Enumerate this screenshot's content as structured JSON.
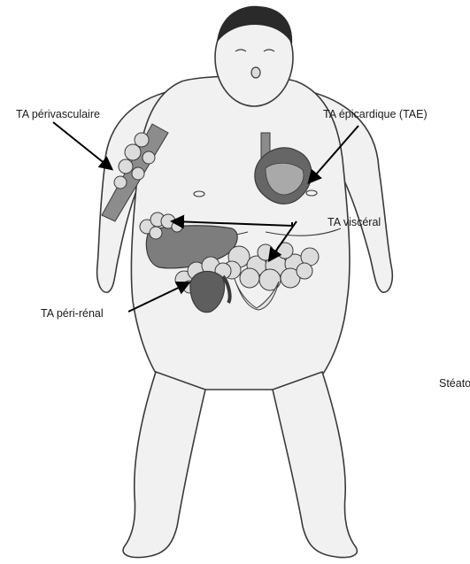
{
  "labels": {
    "perivascular": "TA périvasculaire",
    "epicardial": "TA épicardique (TAE)",
    "visceral": "TA viscéral",
    "perirenal": "TA péri-rénal",
    "steatosis_partial": "Stéato"
  },
  "colors": {
    "skin": "#f1f1f1",
    "outline": "#3a3a3a",
    "fat": "#dcdcdc",
    "liver": "#7d7d7d",
    "kidney": "#5e5e5e",
    "heart": "#666666",
    "vessel": "#8c8c8c",
    "hair": "#2a2a2a"
  }
}
